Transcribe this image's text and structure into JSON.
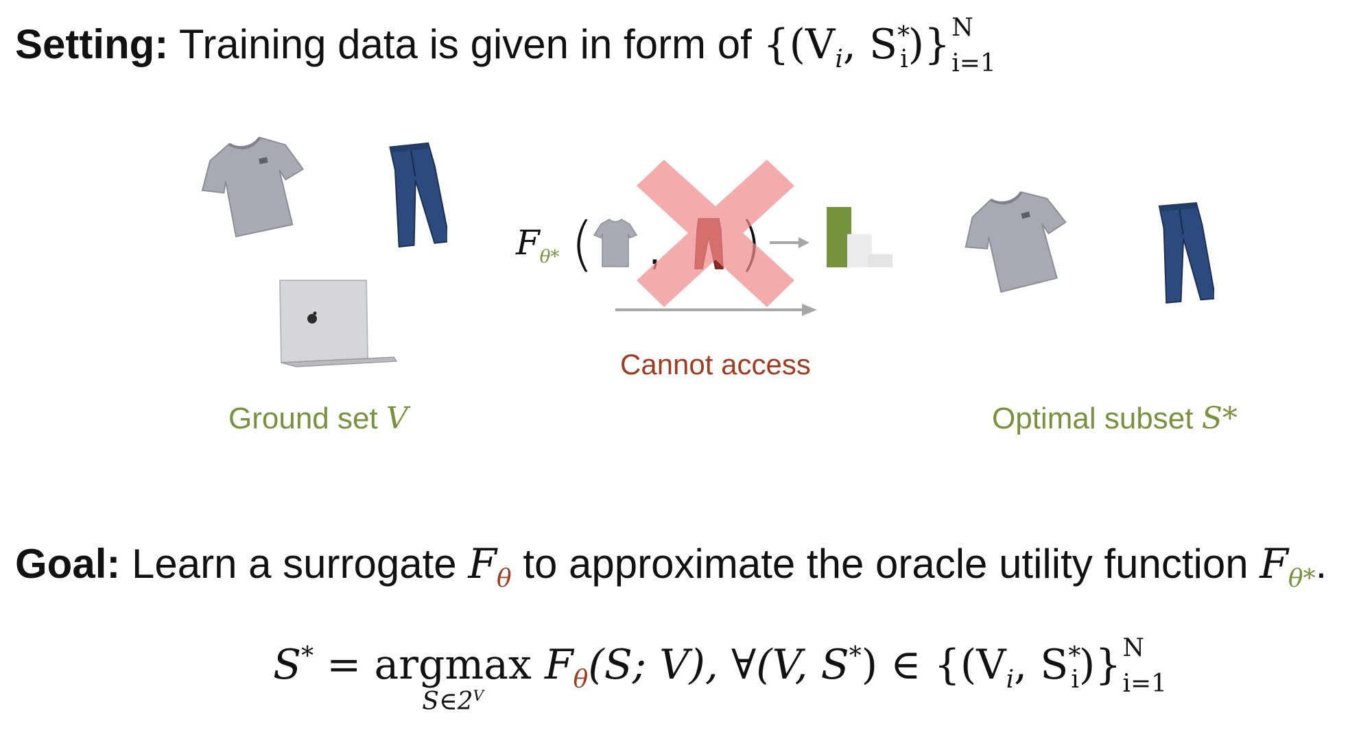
{
  "setting": {
    "lead": "Setting:",
    "text": "Training data is given in form of",
    "set_open": "{(V",
    "set_i": "i",
    "set_mid": ", S",
    "set_star": "*",
    "set_i2": "i",
    "set_close": ")}",
    "sup": "N",
    "sub": "i=1"
  },
  "diagram": {
    "ground_set_label": "Ground set",
    "ground_set_symbol": "V",
    "optimal_subset_label": "Optimal subset",
    "optimal_subset_symbol": "S*",
    "oracle_f": "F",
    "oracle_sub": "θ*",
    "paren_open": "(",
    "comma": ",",
    "paren_close": ")",
    "cannot_access": "Cannot access",
    "colors": {
      "olive": "#77923c",
      "rust": "#a13b21",
      "cross": "#f08a8a",
      "arrow": "#a6a6a6"
    },
    "icons": [
      "tshirt-icon",
      "jeans-icon",
      "laptop-icon",
      "cross-icon",
      "bar-chart-icon",
      "arrow-icon"
    ],
    "output_bars": [
      1.0,
      0.55,
      0.22
    ]
  },
  "goal": {
    "lead": "Goal:",
    "text1": "Learn a surrogate",
    "f": "F",
    "theta": "θ",
    "text2": "to approximate the oracle utility function",
    "f2": "F",
    "theta_star": "θ*",
    "period": "."
  },
  "formula": {
    "lhs": "S",
    "lhs_sup": "*",
    "equals": " = ",
    "argmax": "argmax",
    "under": "S∈2",
    "under_sup": "V",
    "f": "F",
    "theta": "θ",
    "args": "(S; V), ∀(V, S",
    "args_sup": "*",
    "args_close": ") ∈ ",
    "set_open": "{(V",
    "set_i": "i",
    "set_mid": ", S",
    "set_star": "*",
    "set_i2": "i",
    "set_close": ")}",
    "sup": "N",
    "sub": "i=1"
  }
}
